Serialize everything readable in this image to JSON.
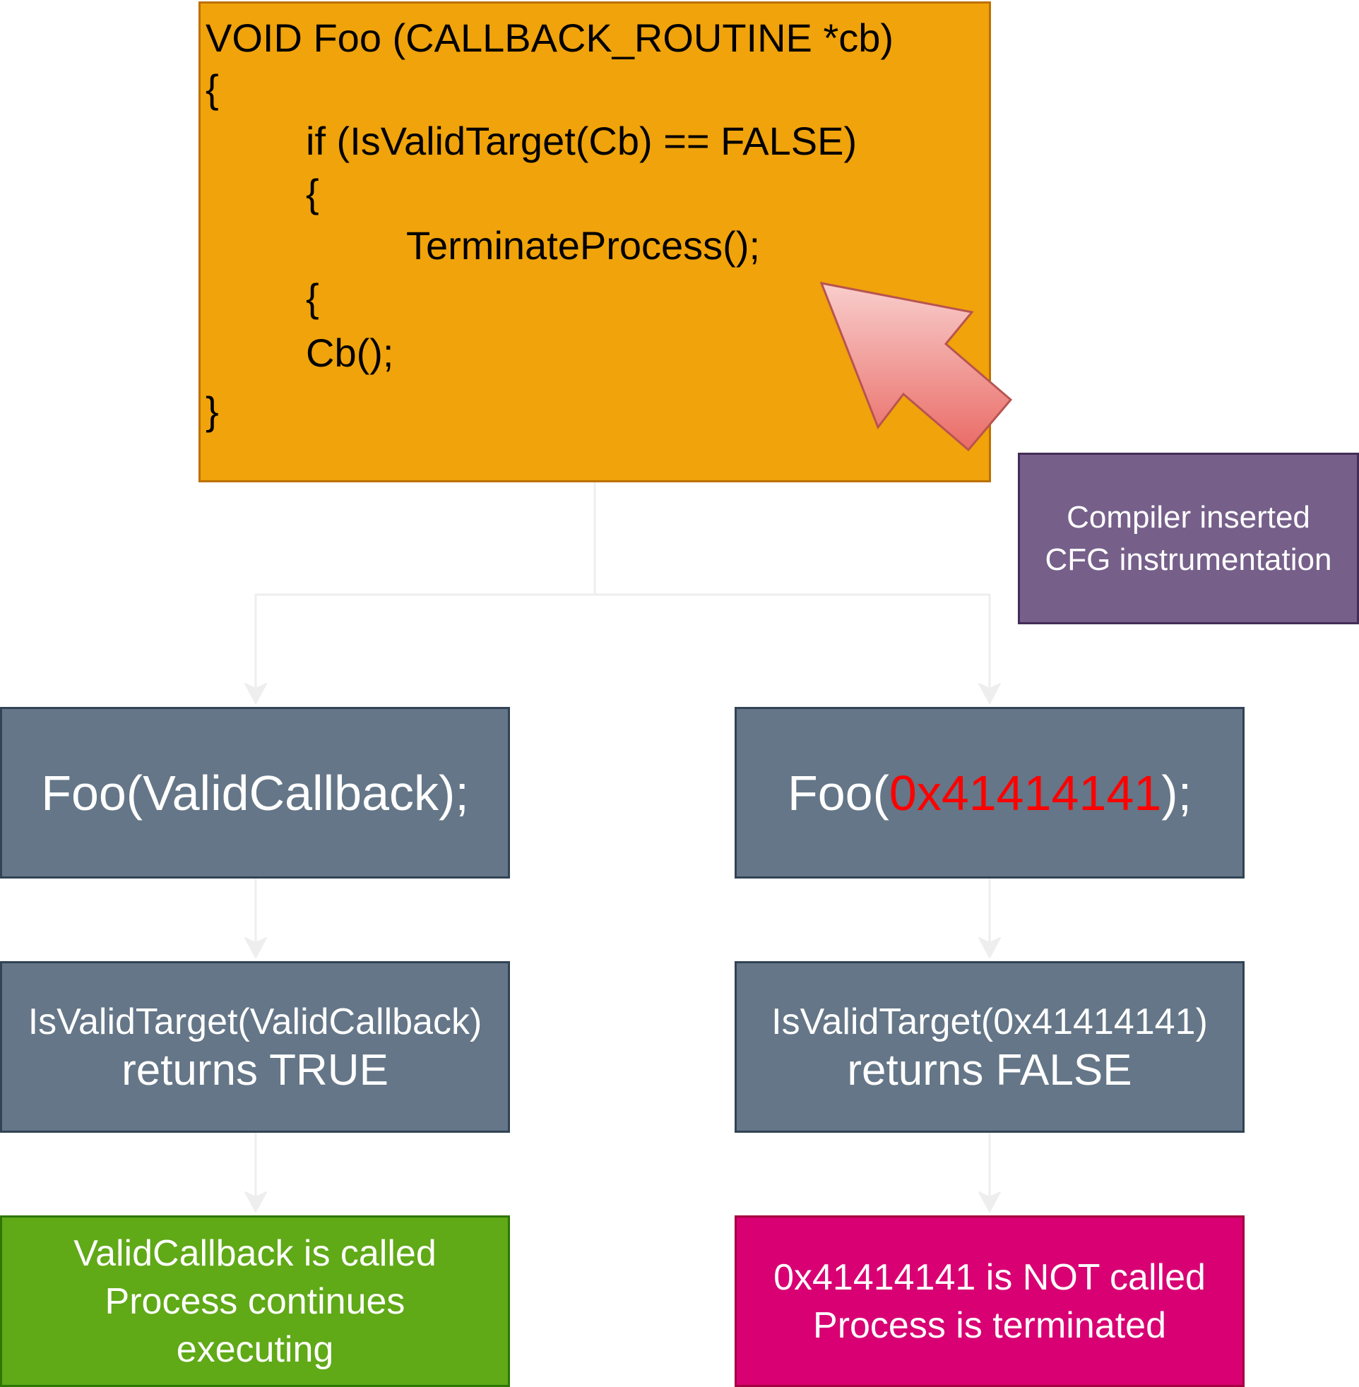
{
  "code_block": {
    "lines": [
      "VOID Foo (CALLBACK_ROUTINE *cb)",
      "{",
      "if (IsValidTarget(Cb) == FALSE)",
      "{",
      "TerminateProcess();",
      "{",
      "Cb();",
      "}"
    ]
  },
  "annotation": {
    "line1": "Compiler inserted",
    "line2": "CFG instrumentation"
  },
  "left_branch": {
    "call": "Foo(ValidCallback);",
    "check_line1": "IsValidTarget(ValidCallback)",
    "check_line2": "returns TRUE",
    "result_lines": [
      "ValidCallback is called",
      "Process continues",
      "executing"
    ]
  },
  "right_branch": {
    "call_prefix": "Foo(",
    "call_address": "0x41414141",
    "call_suffix": ");",
    "check_line1": "IsValidTarget(0x41414141)",
    "check_line2": "returns FALSE",
    "result_lines": [
      "0x41414141 is NOT called",
      "Process is terminated"
    ]
  },
  "colors": {
    "code_fill": "#f0a30a",
    "note_fill": "#76608a",
    "node_fill": "#647687",
    "success_fill": "#60a917",
    "failure_fill": "#d80073",
    "highlight_text": "#ff0000",
    "connector": "#eeeeee",
    "pointer_fill_top": "#f8cecc",
    "pointer_fill_bottom": "#ea6b66",
    "pointer_stroke": "#b85450"
  }
}
